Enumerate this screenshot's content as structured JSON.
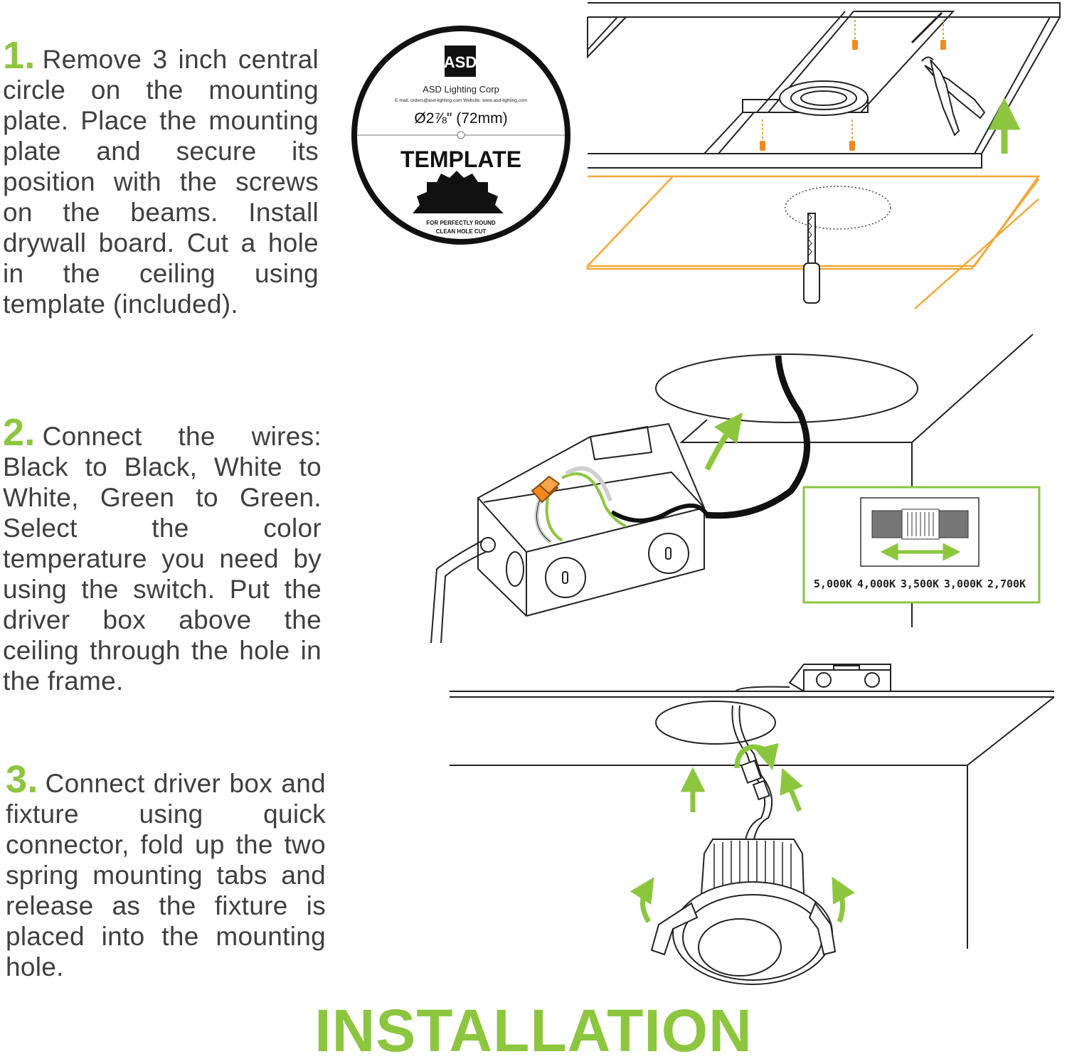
{
  "steps": [
    {
      "number": "1.",
      "text": "Remove 3 inch central circle on the mounting plate. Place the mounting plate and secure its position with the screws on the beams. Install drywall board. Cut a hole in the ceiling using template (included)."
    },
    {
      "number": "2.",
      "text": "Connect the wires: Black to Black, White to White, Green to Green. Select the color temperature you need by using the switch. Put the driver box above the ceiling through the hole in the frame."
    },
    {
      "number": "3.",
      "text": "Connect driver box and fixture using quick connector, fold up the two spring mounting tabs and release as the fixture is placed into the mounting hole."
    }
  ],
  "template_card": {
    "logo": "ASD",
    "company": "ASD Lighting Corp",
    "contact": "E-mail: orders@asd-lighting.com  Website: www.asd-lighting.com",
    "size": "Ø2⅞\" (72mm)",
    "heading": "TEMPLATE",
    "footer_line1": "FOR PERFECTLY ROUND",
    "footer_line2": "CLEAN HOLE CUT"
  },
  "switch_labels": [
    "5,000K",
    "4,000K",
    "3,500K",
    "3,000K",
    "2,700K"
  ],
  "title": "INSTALLATION",
  "colors": {
    "accent": "#8cc63f",
    "text": "#3f3f3f",
    "drywall": "#f2a838",
    "connector": "#f08a1c"
  }
}
